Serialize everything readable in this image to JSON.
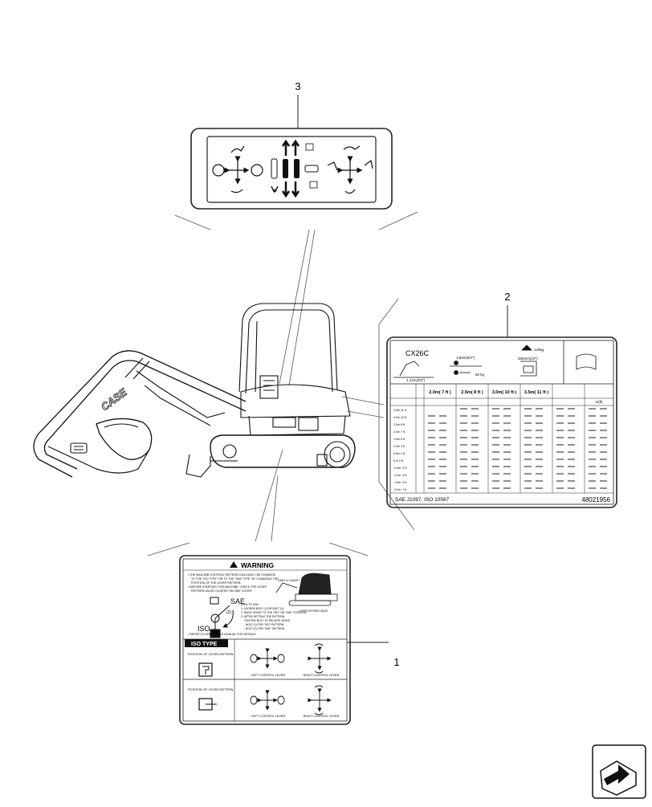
{
  "callouts": {
    "decal_3": "3",
    "decal_2": "2",
    "decal_1": "1"
  },
  "load_chart": {
    "model": "CX26C",
    "capacity": "120kg",
    "dim_1": "1,84m(6'0\")",
    "dim_2": "1,12m(3'8\")",
    "dim_3": "260mm(10\")",
    "bucket_weight": "50 kg",
    "columns": [
      "2.0m( 7 ft )",
      "2.5m( 8 ft )",
      "3.0m( 10 ft )",
      "3.5m( 11 ft )"
    ],
    "max_col": "m(ft)",
    "heights": [
      "3.5m 11 ft.",
      "3.0m 10 ft.",
      "2.5m 8 ft.",
      "2.0m 7 ft.",
      "1.5m 5 ft.",
      "1.0m 3 ft.",
      "0.5m 2 ft.",
      "0 m 0 ft.",
      "-0.5m -2 ft.",
      "-1.0m -3 ft.",
      "-1.5m -5 ft.",
      "-2.0m -7 ft."
    ],
    "standard": "SAE J1097, ISO 10567",
    "part_no": "48021956"
  },
  "warning": {
    "title": "WARNING",
    "lines": [
      "• THE MACHINE CONTROL PATTERN CAN EASILY BE CHANGED",
      "TO THE \"ISO TYPE\" OR TO THE \"SAE TYPE\" BY CHANGING THE",
      "POSITION OF THE LEVER PATTERN.",
      "• BEFORE STARTING THIS MACHINE, CHECK THE LEVER",
      "PATTERN VALVE LOCATED ON SIDE COVER."
    ],
    "how_to": [
      "HOW TO USE:",
      "1. LOOSEN BOLT (1) OR BOLT (2).",
      "2. MOVE LEVER TO THE \"ISO\" OR \"SAE\" POSITION.",
      "3. AFTER SETTING THE PATTERN,",
      "TIGHTEN BOLT TO SECURE LEVER.",
      "- BOLT (1) FOR \"ISO\" PATTERN",
      "- BOLT (2) FOR \"SAE\" PATTERN"
    ],
    "refer": "• REFER TO OPERATOR'S MANUAL FOR DETAILS.",
    "sae_label": "SAE",
    "iso_label": "ISO",
    "bolt_1": "(1)",
    "bolt_2": "(2)",
    "cab_note": "CAB'S or CANOPY",
    "pattern_note": "LEVER PATTERN VALVE",
    "iso_type": "ISO TYPE",
    "position_1": "POSITION OF LEVER-PATTERN",
    "position_2": "POSITION OF LEVER-PATTERN",
    "left_lever_1": "LEFT CONTROL LEVER",
    "right_lever_1": "RIGHT CONTROL LEVER",
    "left_lever_2": "LEFT CONTROL LEVER",
    "right_lever_2": "RIGHT CONTROL LEVER"
  },
  "machine": {
    "boom_brand": "CASE"
  }
}
